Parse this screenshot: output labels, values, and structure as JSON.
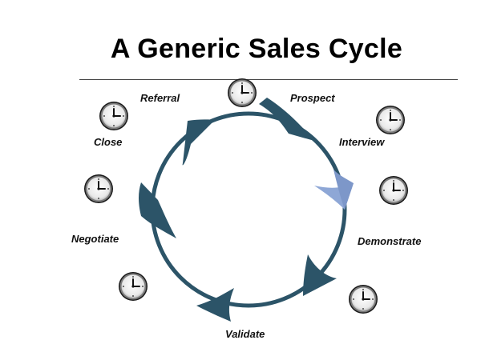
{
  "title": "A Generic Sales Cycle",
  "colors": {
    "arrow_dark": "#2c5468",
    "arrow_light": "#8ea7d6",
    "clock_face": "#ffffff",
    "clock_rim": "#2b2b2b"
  },
  "stages": [
    {
      "label": "Prospect"
    },
    {
      "label": "Interview"
    },
    {
      "label": "Demonstrate"
    },
    {
      "label": "Validate"
    },
    {
      "label": "Negotiate"
    },
    {
      "label": "Close"
    },
    {
      "label": "Referral"
    }
  ],
  "clocks": [
    {
      "icon": "clock-icon",
      "stage": "Referral"
    },
    {
      "icon": "clock-icon",
      "stage": "Interview"
    },
    {
      "icon": "clock-icon",
      "stage": "Demonstrate"
    },
    {
      "icon": "clock-icon",
      "stage": "Validate"
    },
    {
      "icon": "clock-icon",
      "stage": "Negotiate"
    },
    {
      "icon": "clock-icon",
      "stage": "Negotiate"
    },
    {
      "icon": "clock-icon",
      "stage": "Close"
    }
  ]
}
